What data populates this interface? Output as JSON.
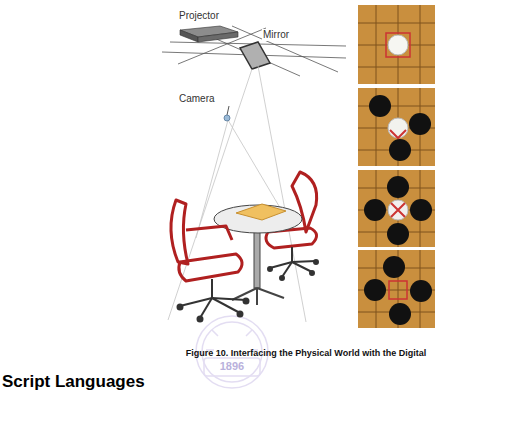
{
  "diagram": {
    "caption": "Figure 10. Interfacing the Physical World with the Digital",
    "labels": [
      "Projector",
      "Mirror",
      "Camera",
      "1896",
      "Script Languages"
    ]
  }
}
